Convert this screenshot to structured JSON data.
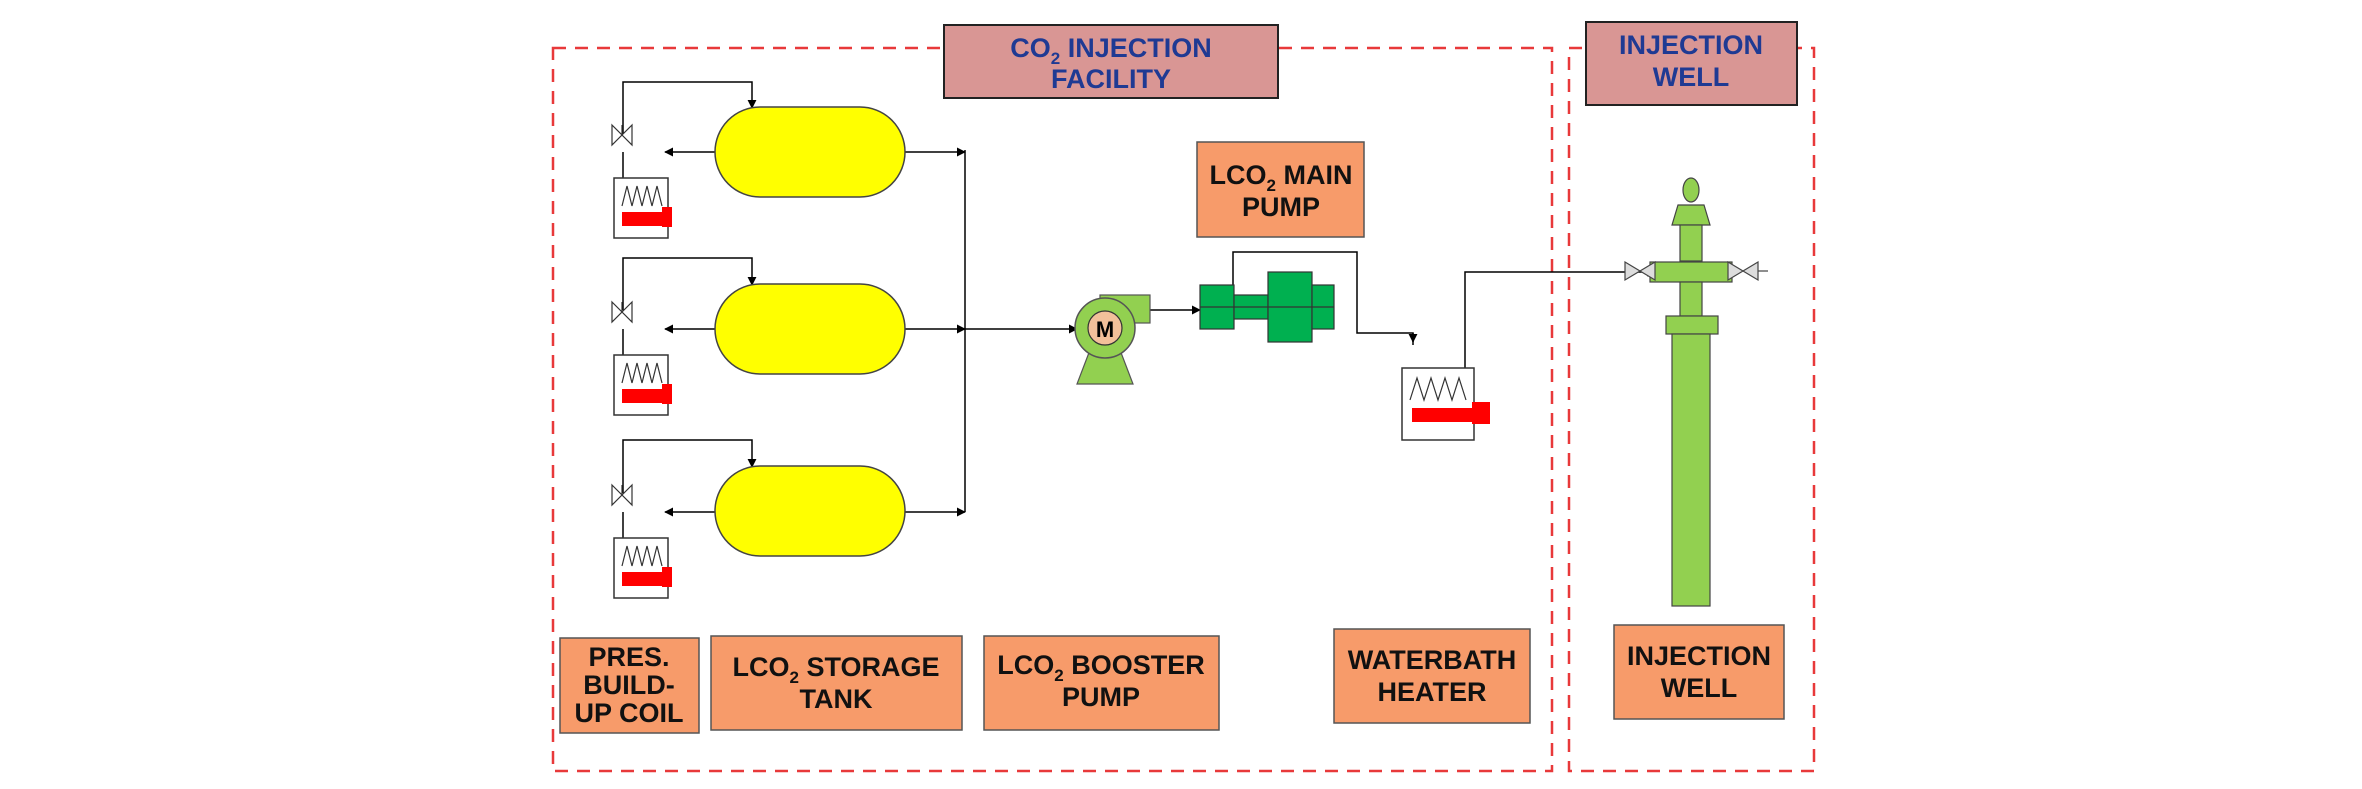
{
  "facility_title": {
    "line1_prefix": "CO",
    "line1_sub": "2",
    "line1_suffix": " INJECTION",
    "line2": "FACILITY"
  },
  "well_title": {
    "line1": "INJECTION",
    "line2": "WELL"
  },
  "main_pump_label": {
    "line1_prefix": "LCO",
    "line1_sub": "2",
    "line1_suffix": " MAIN",
    "line2": "PUMP"
  },
  "pres_coil_label": {
    "line1": "PRES.",
    "line2": "BUILD-",
    "line3": "UP COIL"
  },
  "storage_tank_label": {
    "line1_prefix": "LCO",
    "line1_sub": "2",
    "line1_suffix": " STORAGE",
    "line2": "TANK"
  },
  "booster_pump_label": {
    "line1_prefix": "LCO",
    "line1_sub": "2",
    "line1_suffix": " BOOSTER",
    "line2": "PUMP"
  },
  "waterbath_label": {
    "line1": "WATERBATH",
    "line2": "HEATER"
  },
  "well_label": {
    "line1": "INJECTION",
    "line2": "WELL"
  },
  "motor_letter": "M",
  "colors": {
    "dashed_border": "#e8393a",
    "title_box": "#d99694",
    "title_text": "#1f3a93",
    "label_box": "#f79b6a",
    "tank": "#ffff00",
    "pump_green": "#92d050",
    "main_pump_green": "#00b050",
    "heater_red": "#ff0000"
  }
}
